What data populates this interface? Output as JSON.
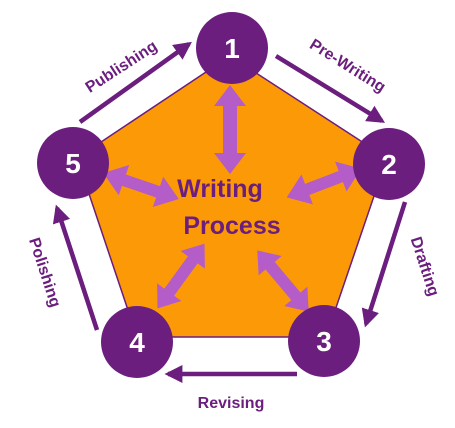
{
  "diagram": {
    "center": {
      "line1": "Writing",
      "line2": "Process"
    },
    "nodes": [
      "1",
      "2",
      "3",
      "4",
      "5"
    ],
    "edges": {
      "prewriting": "Pre-Writing",
      "drafting": "Drafting",
      "revising": "Revising",
      "polishing": "Polishing",
      "publishing": "Publishing"
    },
    "colors": {
      "pentagon": "#fb9a06",
      "node": "#6b1e7e",
      "double_arrow": "#b45cc8",
      "cycle_arrow": "#6b1e7e"
    }
  }
}
